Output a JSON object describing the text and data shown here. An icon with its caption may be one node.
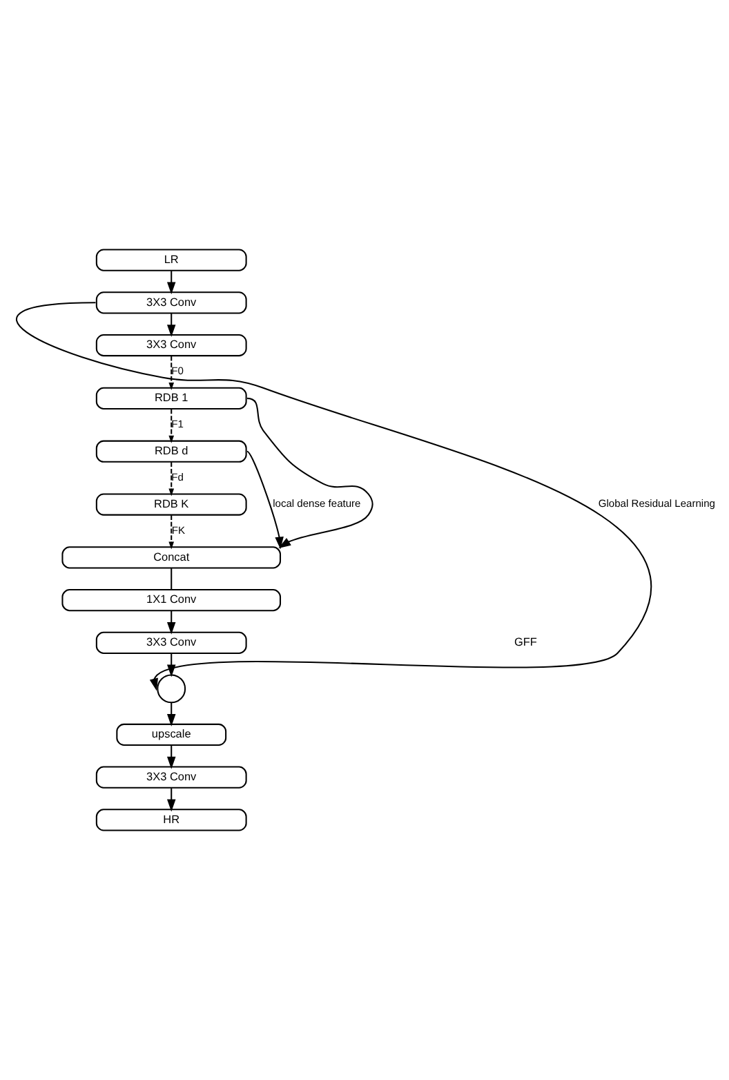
{
  "diagram": {
    "nodes": [
      {
        "text": [
          "LR"
        ]
      },
      {
        "text": [
          "3X3 Conv"
        ]
      },
      {
        "text": [
          "3X3 Conv"
        ]
      },
      {
        "text": [
          "RDB 1"
        ]
      },
      {
        "text": [
          "RDB d"
        ]
      },
      {
        "text": [
          "RDB K"
        ]
      },
      {
        "text": [
          "Concat"
        ]
      },
      {
        "text": [
          "1X1 Conv"
        ]
      },
      {
        "text": [
          "3X3 Conv"
        ]
      },
      {
        "text": [],
        "shape": "circle"
      },
      {
        "text": [
          "upscale"
        ]
      },
      {
        "text": [
          "3X3 Conv"
        ]
      },
      {
        "text": [
          "HR"
        ]
      }
    ],
    "edges": [
      {
        "from": 0,
        "to": 1,
        "arrow": "to"
      },
      {
        "from": 1,
        "to": 2,
        "arrow": "to"
      },
      {
        "from": 2,
        "to": 3,
        "arrow": "to",
        "label": "F0",
        "style": "dashed"
      },
      {
        "from": 3,
        "to": 4,
        "arrow": "to",
        "label": "F1",
        "style": "dashed"
      },
      {
        "from": 4,
        "to": 5,
        "arrow": "to",
        "label": "Fd",
        "style": "dashed"
      },
      {
        "from": 5,
        "to": 6,
        "arrow": "to",
        "label": "FK",
        "style": "dashed"
      },
      {
        "from": 3,
        "to": 6,
        "arrow": "to"
      },
      {
        "from": 4,
        "to": 6,
        "arrow": "to",
        "label": "local dense feature"
      },
      {
        "from": 6,
        "to": 7,
        "arrow": "none"
      },
      {
        "from": 7,
        "to": 8,
        "arrow": "to"
      },
      {
        "from": 8,
        "to": 9,
        "arrow": "to"
      },
      {
        "from": 1,
        "to": 9,
        "arrow": "to",
        "label": "Global Residual Learning"
      },
      {
        "from": 9,
        "to": 10,
        "arrow": "to"
      },
      {
        "from": 10,
        "to": 11,
        "arrow": "to"
      },
      {
        "from": 11,
        "to": 12,
        "arrow": "to"
      }
    ],
    "labels": [
      "GFF"
    ]
  }
}
